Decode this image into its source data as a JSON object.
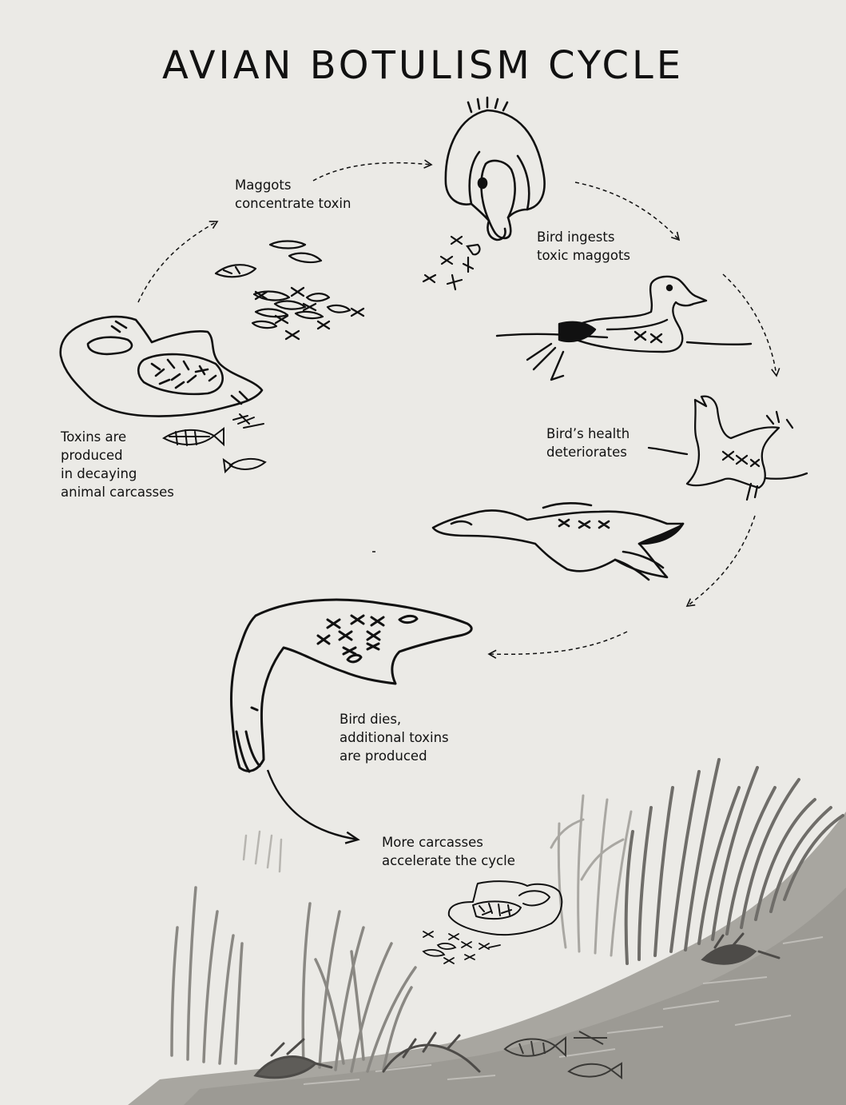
{
  "title": "AVIAN BOTULISM CYCLE",
  "steps": [
    {
      "id": "maggots",
      "lines": [
        "Maggots",
        "concentrate toxin"
      ]
    },
    {
      "id": "ingests",
      "lines": [
        "Bird ingests",
        "toxic maggots"
      ]
    },
    {
      "id": "deteriorates",
      "lines": [
        "Bird’s health",
        "deteriorates"
      ]
    },
    {
      "id": "dies",
      "lines": [
        "Bird dies,",
        "additional toxins",
        "are produced"
      ]
    },
    {
      "id": "more",
      "lines": [
        "More carcasses",
        "accelerate the cycle"
      ]
    },
    {
      "id": "toxins",
      "lines": [
        "Toxins are",
        "produced",
        "in decaying",
        "animal carcasses"
      ]
    }
  ],
  "colors": {
    "background": "#ebeae6",
    "ink": "#111111",
    "shore": "#a8a6a0",
    "shore_dark": "#8c8a84",
    "reed": "#6f6d69",
    "reed_light": "#a9a7a2"
  },
  "icons": [
    "arrow-icon",
    "duck-icon",
    "fish-icon",
    "maggot-icon",
    "toxin-x-icon",
    "carcass-icon",
    "reed-icon"
  ]
}
